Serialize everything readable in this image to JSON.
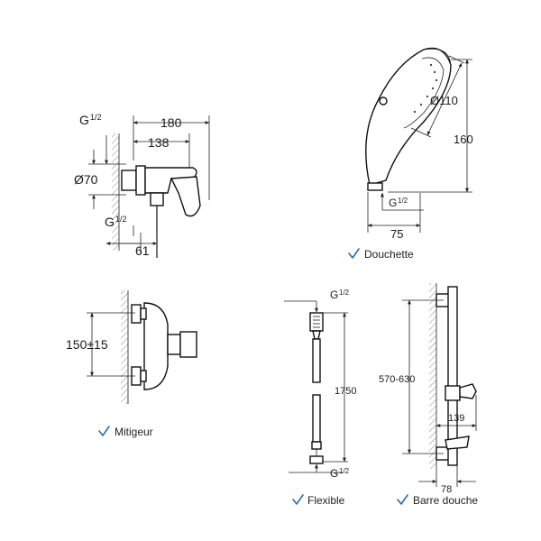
{
  "captions": {
    "douchette": "Douchette",
    "mitigeur": "Mitigeur",
    "flexible": "Flexible",
    "barre": "Barre douche"
  },
  "mixer_side": {
    "g_top": "G",
    "g_bottom": "G",
    "frac": "1/2",
    "w180": "180",
    "w138": "138",
    "d70": "Ø70",
    "w61": "61"
  },
  "mixer_front": {
    "spacing": "150±15"
  },
  "handshower": {
    "diam": "Ø110",
    "h160": "160",
    "g": "G",
    "frac": "1/2",
    "w75": "75"
  },
  "hose": {
    "g_top": "G",
    "g_bottom": "G",
    "frac": "1/2",
    "length": "1750"
  },
  "rail": {
    "range": "570-630",
    "w139": "139",
    "w78": "78"
  },
  "colors": {
    "check": "#2b6cb0",
    "line": "#111111"
  }
}
